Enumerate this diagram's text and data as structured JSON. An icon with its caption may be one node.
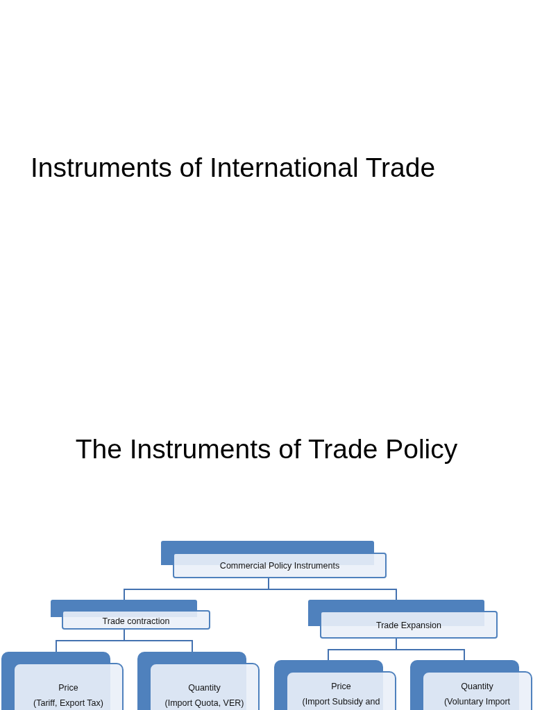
{
  "diagram": {
    "title": "Instruments of International Trade",
    "nodes": [
      {
        "text": [
          "Commercial Policy Instruments"
        ]
      },
      {
        "text": [
          "Trade contraction"
        ]
      },
      {
        "text": [
          "Trade Expansion"
        ]
      },
      {
        "text": [
          "Price",
          "(Tariff, Export Tax)"
        ]
      },
      {
        "text": [
          "Quantity",
          "(Import Quota, VER)"
        ]
      },
      {
        "text": [
          "Price",
          "(Import Subsidy and"
        ]
      },
      {
        "text": [
          "Quantity",
          "(Voluntary Import"
        ]
      }
    ],
    "edges": [
      {
        "from": 0,
        "to": 1,
        "arrow": "none"
      },
      {
        "from": 0,
        "to": 2,
        "arrow": "none"
      },
      {
        "from": 1,
        "to": 3,
        "arrow": "none"
      },
      {
        "from": 1,
        "to": 4,
        "arrow": "none"
      },
      {
        "from": 2,
        "to": 5,
        "arrow": "none"
      },
      {
        "from": 2,
        "to": 6,
        "arrow": "none"
      }
    ],
    "labels": [
      "The Instruments of Trade Policy"
    ]
  }
}
